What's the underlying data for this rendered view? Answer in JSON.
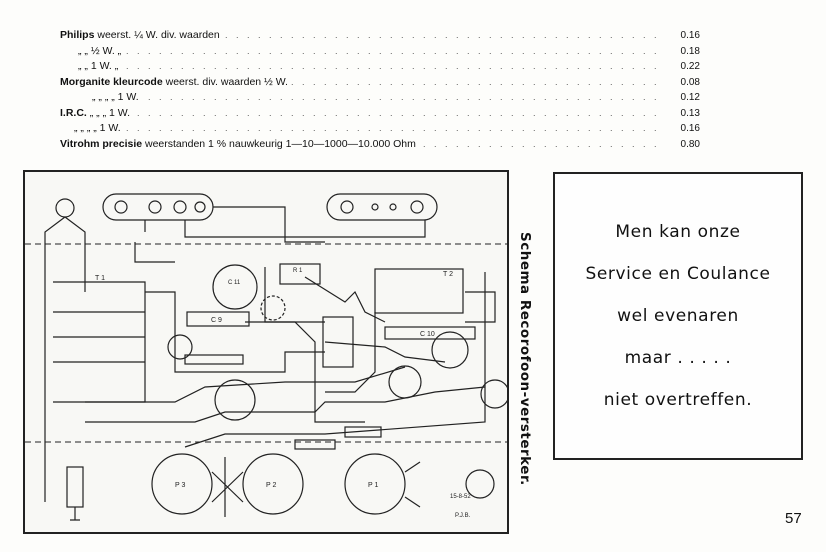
{
  "price_list": [
    {
      "label_bold": "Philips",
      "label_rest": " weerst. ¼ W. div. waarden",
      "price": "0.16"
    },
    {
      "label_bold": "",
      "label_rest": "„      „      ½ W.   „",
      "price": "0.18"
    },
    {
      "label_bold": "",
      "label_rest": "„      „      1 W.   „",
      "price": "0.22"
    },
    {
      "label_bold": "Morganite kleurcode",
      "label_rest": " weerst. div. waarden ½ W.",
      "price": "0.08"
    },
    {
      "label_bold": "",
      "label_rest": "„            „            „            „       1 W.",
      "price": "0.12"
    },
    {
      "label_bold": "I.R.C.",
      "label_rest": "       „            „            „       1 W.",
      "price": "0.13"
    },
    {
      "label_bold": "",
      "label_rest": "„            „            „            „       1 W.",
      "price": "0.16"
    },
    {
      "label_bold": "Vitrohm precisie",
      "label_rest": " weerstanden 1 % nauwkeurig 1—10—1000—10.000 Ohm",
      "price": "0.80"
    }
  ],
  "schematic": {
    "caption": "Schema Recorofoon-versterker.",
    "labels": {
      "t1": "T 1",
      "t2": "T 2",
      "c9": "C 9",
      "c10": "C 10",
      "c11": "C 11",
      "r1": "R 1",
      "p1": "P 1",
      "p2": "P 2",
      "p3": "P 3",
      "date": "15-8-52",
      "sign": "P.J.B."
    }
  },
  "ad": {
    "lines": [
      "Men kan onze",
      "Service en Coulance",
      "wel evenaren",
      "maar . . . . .",
      "niet overtreffen."
    ]
  },
  "page_number": "57"
}
